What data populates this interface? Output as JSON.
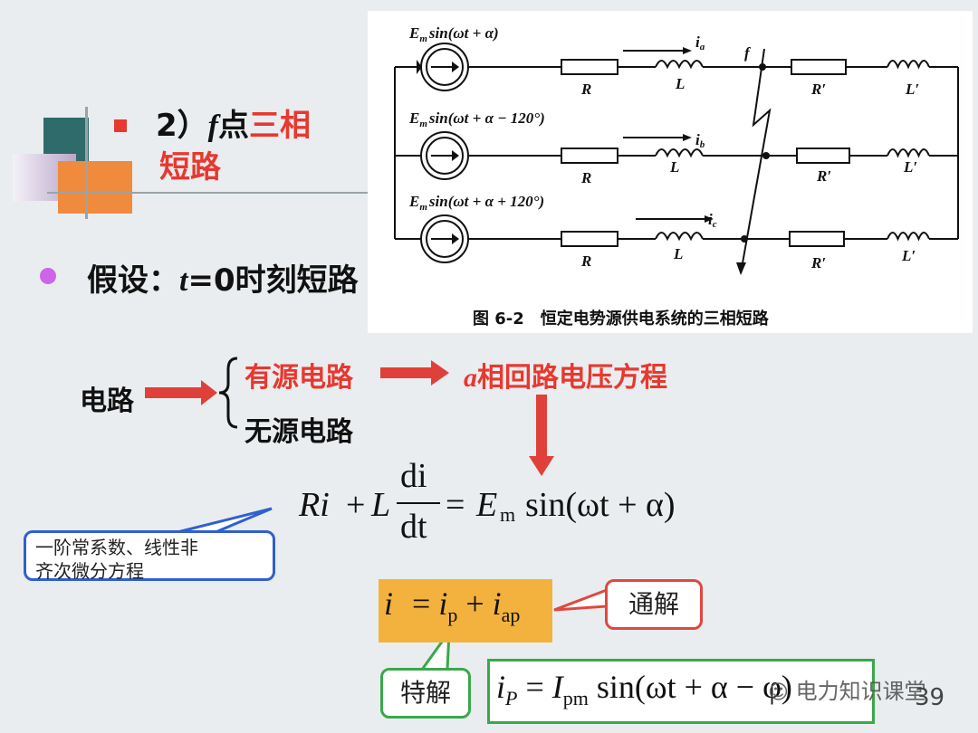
{
  "slide": {
    "title_part1": "2）",
    "title_f": "f",
    "title_part2": "点",
    "title_red1": "三相",
    "title_red2": "短路",
    "assumption_prefix": "假设：",
    "assumption_t": "t",
    "assumption_suffix": "=0时刻短路",
    "page_number": "39"
  },
  "figure": {
    "caption": "图 6-2　恒定电势源供电系统的三相短路",
    "phase_a_emf": "E",
    "phase_a_emf_sub": "m",
    "phase_a_emf_expr": "sin(ωt + α)",
    "phase_b_emf_expr": "sin(ωt + α − 120°)",
    "phase_c_emf_expr": "sin(ωt + α + 120°)",
    "label_R": "R",
    "label_L": "L",
    "label_R_prime": "R′",
    "label_L_prime": "L′",
    "label_f": "f",
    "label_ia": "i",
    "label_ia_sub": "a",
    "label_ib_sub": "b",
    "label_ic_sub": "c"
  },
  "flow": {
    "circuit": "电路",
    "active": "有源电路",
    "passive": "无源电路",
    "result_a": "a",
    "result_rest": "相回路电压方程"
  },
  "equations": {
    "main_lhs1": "Ri",
    "main_plus": "+",
    "main_L": "L",
    "main_num": "di",
    "main_den": "dt",
    "main_eq": "=",
    "main_E": "E",
    "main_E_sub": "m",
    "main_rhs": "sin(ωt + α)",
    "gen_i": "i",
    "gen_eq": "=",
    "gen_ip": "i",
    "gen_ip_sub": "p",
    "gen_plus": "+",
    "gen_iap": "i",
    "gen_iap_sub": "ap",
    "part_i": "i",
    "part_i_sub": "P",
    "part_eq": "=",
    "part_I": "I",
    "part_I_sub": "pm",
    "part_rhs": "sin(ωt + α − φ)"
  },
  "callouts": {
    "ode_line1": "一阶常系数、线性非",
    "ode_line2": "齐次微分方程",
    "general": "通解",
    "particular": "特解"
  },
  "watermark": "电力知识课堂",
  "colors": {
    "accent_red": "#e8382f",
    "bullet_purple": "#cc66e6",
    "orange_box": "#f3b23e",
    "green": "#3aa84a",
    "blue": "#2f5fd0"
  }
}
